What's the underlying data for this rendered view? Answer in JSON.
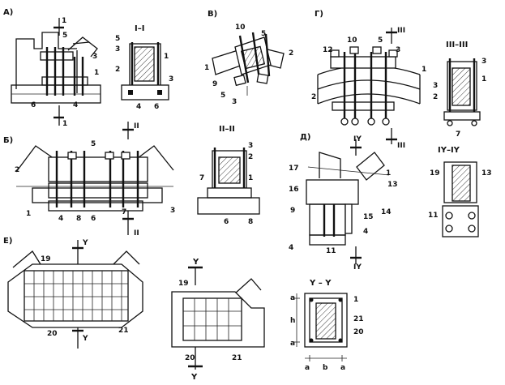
{
  "panels": {
    "a": "А)",
    "b": "Б)",
    "v": "В)",
    "g": "Г)",
    "d": "Д)",
    "e": "Е)"
  },
  "sections": {
    "s1": "I–I",
    "s2": "II–II",
    "s3": "III–III",
    "s4": "IY–IY",
    "s5": "Y – Y"
  },
  "cut_marks": {
    "one": "1",
    "two": "II",
    "three": "III",
    "four": "IY",
    "five": "Y"
  },
  "dimensions": {
    "h": "h",
    "a": "a",
    "b": "b"
  },
  "labels": {
    "n1": "1",
    "n2": "2",
    "n3": "3",
    "n4": "4",
    "n5": "5",
    "n6": "6",
    "n7": "7",
    "n8": "8",
    "n9": "9",
    "n10": "10",
    "n11": "11",
    "n12": "12",
    "n13": "13",
    "n14": "14",
    "n15": "15",
    "n16": "16",
    "n17": "17",
    "n19": "19",
    "n20": "20",
    "n21": "21"
  }
}
